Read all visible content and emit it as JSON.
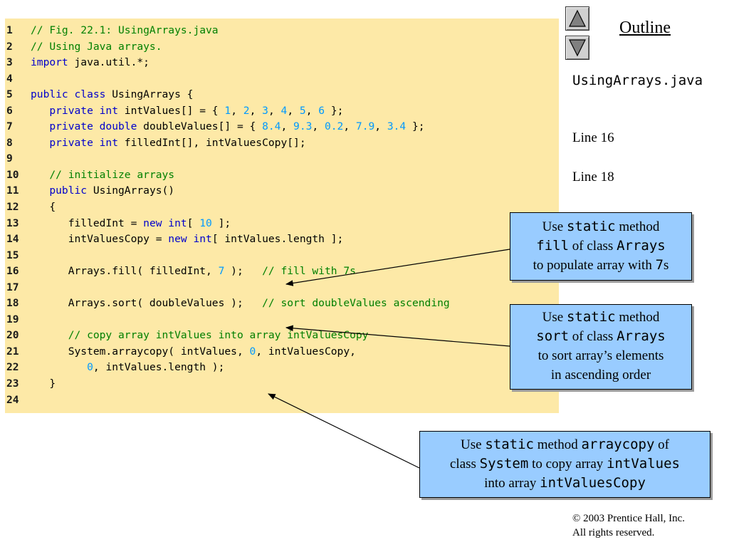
{
  "code": {
    "lines": [
      {
        "n": "1",
        "tokens": [
          {
            "t": "// Fig. 22.1: UsingArrays.java",
            "c": "cmt"
          }
        ]
      },
      {
        "n": "2",
        "tokens": [
          {
            "t": "// Using Java arrays.",
            "c": "cmt"
          }
        ]
      },
      {
        "n": "3",
        "tokens": [
          {
            "t": "import",
            "c": "kw"
          },
          {
            "t": " java.util.*;",
            "c": "txt"
          }
        ]
      },
      {
        "n": "4",
        "tokens": []
      },
      {
        "n": "5",
        "tokens": [
          {
            "t": "public class",
            "c": "kw"
          },
          {
            "t": " UsingArrays {",
            "c": "txt"
          }
        ]
      },
      {
        "n": "6",
        "tokens": [
          {
            "t": "   ",
            "c": "txt"
          },
          {
            "t": "private int",
            "c": "kw"
          },
          {
            "t": " intValues[] = { ",
            "c": "txt"
          },
          {
            "t": "1",
            "c": "num"
          },
          {
            "t": ", ",
            "c": "txt"
          },
          {
            "t": "2",
            "c": "num"
          },
          {
            "t": ", ",
            "c": "txt"
          },
          {
            "t": "3",
            "c": "num"
          },
          {
            "t": ", ",
            "c": "txt"
          },
          {
            "t": "4",
            "c": "num"
          },
          {
            "t": ", ",
            "c": "txt"
          },
          {
            "t": "5",
            "c": "num"
          },
          {
            "t": ", ",
            "c": "txt"
          },
          {
            "t": "6",
            "c": "num"
          },
          {
            "t": " };",
            "c": "txt"
          }
        ]
      },
      {
        "n": "7",
        "tokens": [
          {
            "t": "   ",
            "c": "txt"
          },
          {
            "t": "private double",
            "c": "kw"
          },
          {
            "t": " doubleValues[] = { ",
            "c": "txt"
          },
          {
            "t": "8.4",
            "c": "num"
          },
          {
            "t": ", ",
            "c": "txt"
          },
          {
            "t": "9.3",
            "c": "num"
          },
          {
            "t": ", ",
            "c": "txt"
          },
          {
            "t": "0.2",
            "c": "num"
          },
          {
            "t": ", ",
            "c": "txt"
          },
          {
            "t": "7.9",
            "c": "num"
          },
          {
            "t": ", ",
            "c": "txt"
          },
          {
            "t": "3.4",
            "c": "num"
          },
          {
            "t": " };",
            "c": "txt"
          }
        ]
      },
      {
        "n": "8",
        "tokens": [
          {
            "t": "   ",
            "c": "txt"
          },
          {
            "t": "private int",
            "c": "kw"
          },
          {
            "t": " filledInt[], intValuesCopy[];",
            "c": "txt"
          }
        ]
      },
      {
        "n": "9",
        "tokens": []
      },
      {
        "n": "10",
        "tokens": [
          {
            "t": "   ",
            "c": "txt"
          },
          {
            "t": "// initialize arrays",
            "c": "cmt"
          }
        ]
      },
      {
        "n": "11",
        "tokens": [
          {
            "t": "   ",
            "c": "txt"
          },
          {
            "t": "public",
            "c": "kw"
          },
          {
            "t": " UsingArrays()",
            "c": "txt"
          }
        ]
      },
      {
        "n": "12",
        "tokens": [
          {
            "t": "   {",
            "c": "txt"
          }
        ]
      },
      {
        "n": "13",
        "tokens": [
          {
            "t": "      filledInt = ",
            "c": "txt"
          },
          {
            "t": "new int",
            "c": "kw"
          },
          {
            "t": "[ ",
            "c": "txt"
          },
          {
            "t": "10",
            "c": "num"
          },
          {
            "t": " ];",
            "c": "txt"
          }
        ]
      },
      {
        "n": "14",
        "tokens": [
          {
            "t": "      intValuesCopy = ",
            "c": "txt"
          },
          {
            "t": "new int",
            "c": "kw"
          },
          {
            "t": "[ intValues.length ];",
            "c": "txt"
          }
        ]
      },
      {
        "n": "15",
        "tokens": []
      },
      {
        "n": "16",
        "tokens": [
          {
            "t": "      Arrays.fill( filledInt, ",
            "c": "txt"
          },
          {
            "t": "7",
            "c": "num"
          },
          {
            "t": " );   ",
            "c": "txt"
          },
          {
            "t": "// fill with 7s",
            "c": "cmt"
          }
        ]
      },
      {
        "n": "17",
        "tokens": []
      },
      {
        "n": "18",
        "tokens": [
          {
            "t": "      Arrays.sort( doubleValues );   ",
            "c": "txt"
          },
          {
            "t": "// sort doubleValues ascending",
            "c": "cmt"
          }
        ]
      },
      {
        "n": "19",
        "tokens": []
      },
      {
        "n": "20",
        "tokens": [
          {
            "t": "      ",
            "c": "txt"
          },
          {
            "t": "// copy array intValues into array intValuesCopy",
            "c": "cmt"
          }
        ]
      },
      {
        "n": "21",
        "tokens": [
          {
            "t": "      System.arraycopy( intValues, ",
            "c": "txt"
          },
          {
            "t": "0",
            "c": "num"
          },
          {
            "t": ", intValuesCopy,",
            "c": "txt"
          }
        ]
      },
      {
        "n": "22",
        "tokens": [
          {
            "t": "         ",
            "c": "txt"
          },
          {
            "t": "0",
            "c": "num"
          },
          {
            "t": ", intValues.length );",
            "c": "txt"
          }
        ]
      },
      {
        "n": "23",
        "tokens": [
          {
            "t": "   }",
            "c": "txt"
          }
        ]
      },
      {
        "n": "24",
        "tokens": []
      }
    ]
  },
  "outline": {
    "title": "Outline",
    "file_name": "UsingArrays.java",
    "line_labels": [
      "Line 16",
      "Line 18"
    ]
  },
  "callouts": {
    "fill": {
      "l1_a": "Use ",
      "l1_b": "static",
      "l1_c": " method",
      "l2_a": "fill",
      "l2_b": " of class ",
      "l2_c": "Arrays",
      "l3_a": "to populate array with ",
      "l3_b": "7",
      "l3_c": "s"
    },
    "sort": {
      "l1_a": "Use ",
      "l1_b": "static",
      "l1_c": " method",
      "l2_a": "sort",
      "l2_b": " of class ",
      "l2_c": "Arrays",
      "l3": "to sort array’s elements",
      "l4": "in ascending order"
    },
    "arraycopy": {
      "l1_a": "Use ",
      "l1_b": "static",
      "l1_c": " method ",
      "l1_d": "arraycopy",
      "l1_e": " of",
      "l2_a": "class ",
      "l2_b": "System",
      "l2_c": " to copy array ",
      "l2_d": "intValues",
      "l3_a": "into array ",
      "l3_b": "intValuesCopy"
    }
  },
  "footer": {
    "copyright": "© 2003 Prentice Hall, Inc.",
    "rights": "All rights reserved."
  },
  "colors": {
    "code_bg": "#fde9a7",
    "callout_bg": "#99ccff",
    "keyword": "#0000cc",
    "comment": "#008000",
    "number": "#0099ff"
  }
}
